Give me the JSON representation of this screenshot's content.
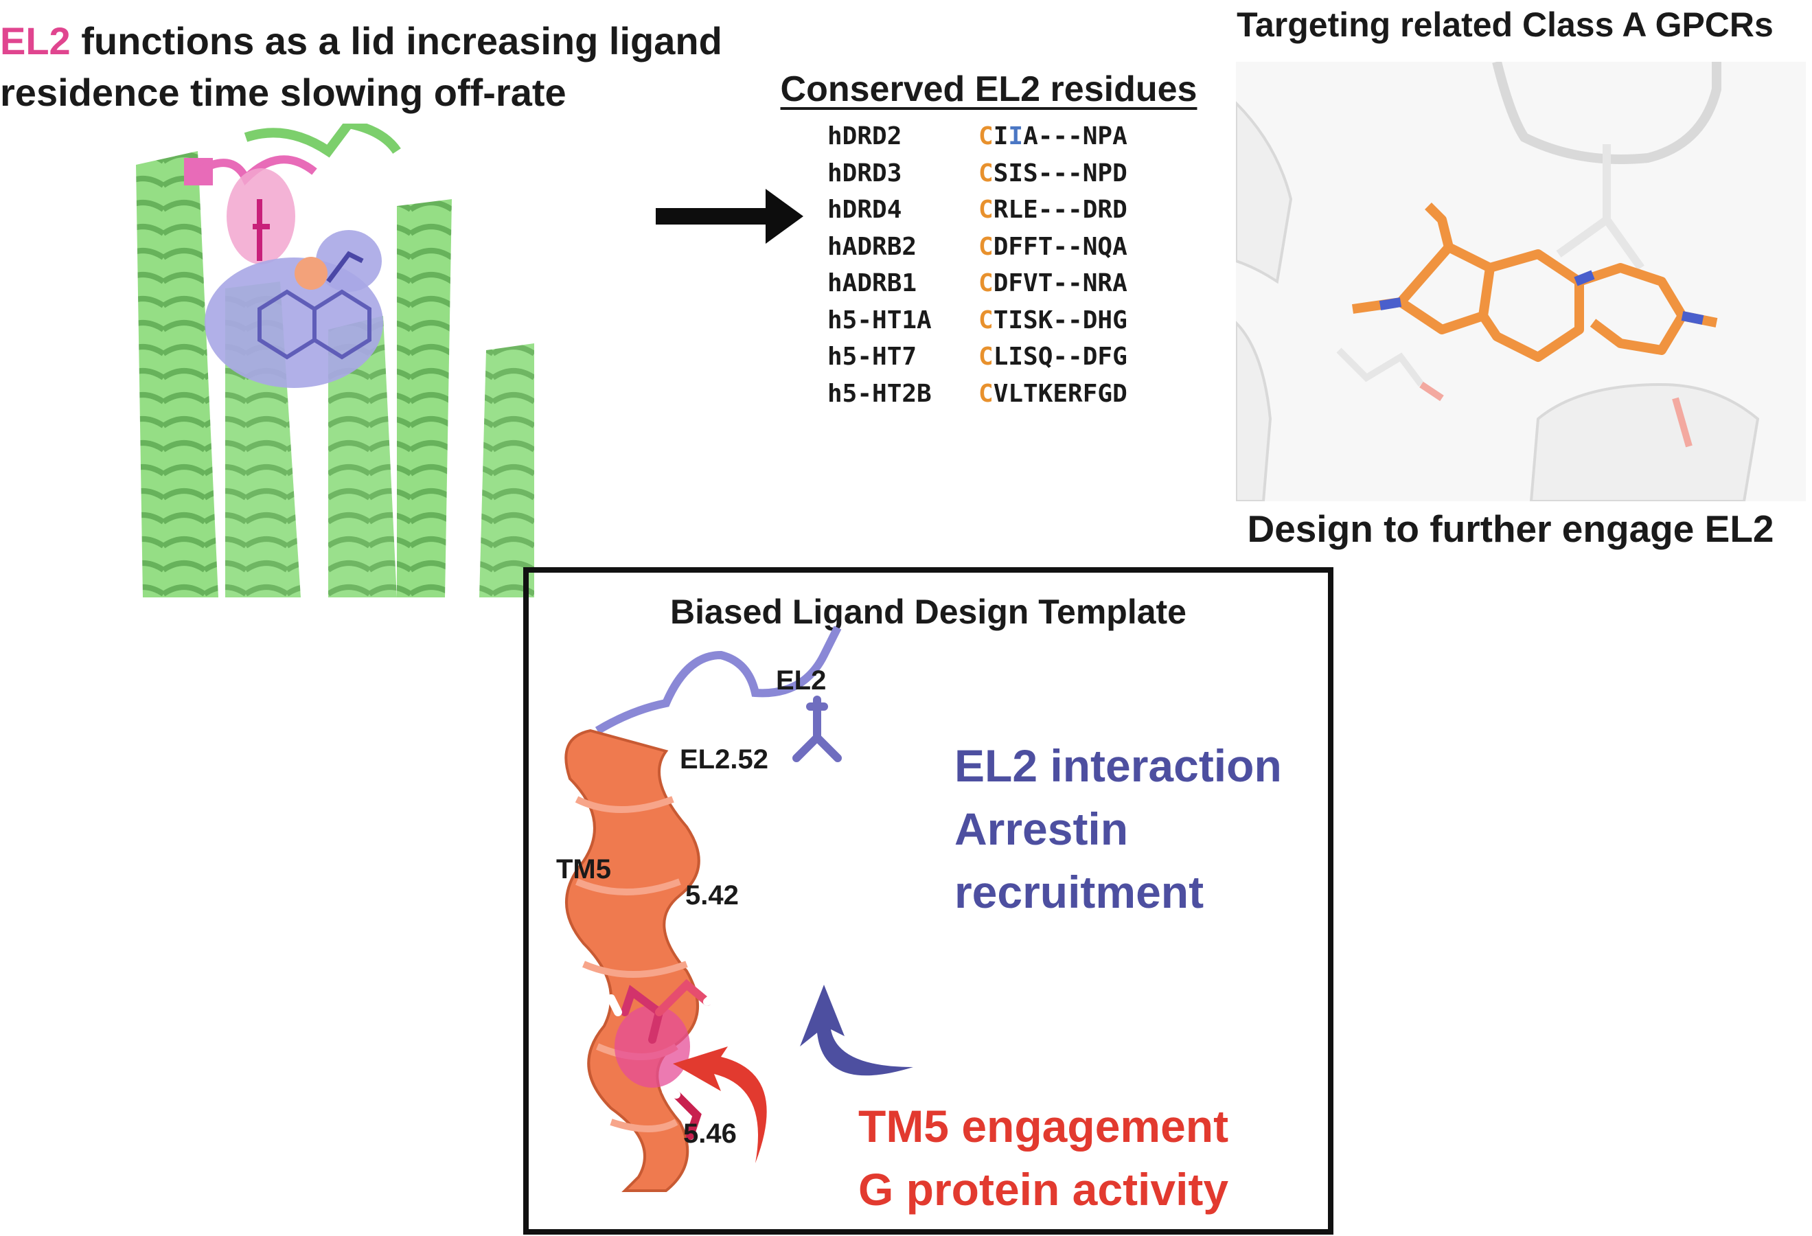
{
  "header_left": {
    "el2_word": "EL2",
    "line1_rest": " functions as a lid increasing ligand",
    "line2": "residence time slowing off-rate"
  },
  "header_right": {
    "top": "Targeting related Class A GPCRs",
    "bottom": "Design to further engage EL2"
  },
  "alignment": {
    "title": "Conserved EL2 residues",
    "rows": [
      {
        "name": "hDRD2",
        "c": "C",
        "pre": "I",
        "hl": "I",
        "rest": "A---NPA"
      },
      {
        "name": "hDRD3",
        "c": "C",
        "pre": "",
        "hl": "",
        "rest": "SIS---NPD"
      },
      {
        "name": "hDRD4",
        "c": "C",
        "pre": "",
        "hl": "",
        "rest": "RLE---DRD"
      },
      {
        "name": "hADRB2",
        "c": "C",
        "pre": "",
        "hl": "",
        "rest": "DFFT--NQA"
      },
      {
        "name": "hADRB1",
        "c": "C",
        "pre": "",
        "hl": "",
        "rest": "DFVT--NRA"
      },
      {
        "name": "h5-HT1A",
        "c": "C",
        "pre": "",
        "hl": "",
        "rest": "TISK--DHG"
      },
      {
        "name": "h5-HT7",
        "c": "C",
        "pre": "",
        "hl": "",
        "rest": "LISQ--DFG"
      },
      {
        "name": "h5-HT2B",
        "c": "C",
        "pre": "",
        "hl": "",
        "rest": "VLTKERFGD"
      }
    ]
  },
  "design_box": {
    "title": "Biased Ligand Design Template",
    "labels": {
      "el2": "EL2",
      "el2_52": "EL2.52",
      "tm5": "TM5",
      "r542": "5.42",
      "r546": "5.46"
    },
    "el2_interaction": [
      "EL2 interaction",
      "Arrestin",
      "recruitment"
    ],
    "tm5_engagement": [
      "TM5 engagement",
      "G protein activity"
    ]
  },
  "colors": {
    "el2_pink": "#e0458f",
    "helix_green": "#7ccf6c",
    "ligand_purple": "#8a88d6",
    "ligand_orange": "#f0933f",
    "helix_salmon": "#ef7a4f",
    "el2_blue_text": "#4d4fa0",
    "tm5_red_text": "#e23a2f",
    "cys_orange": "#e8912d"
  }
}
